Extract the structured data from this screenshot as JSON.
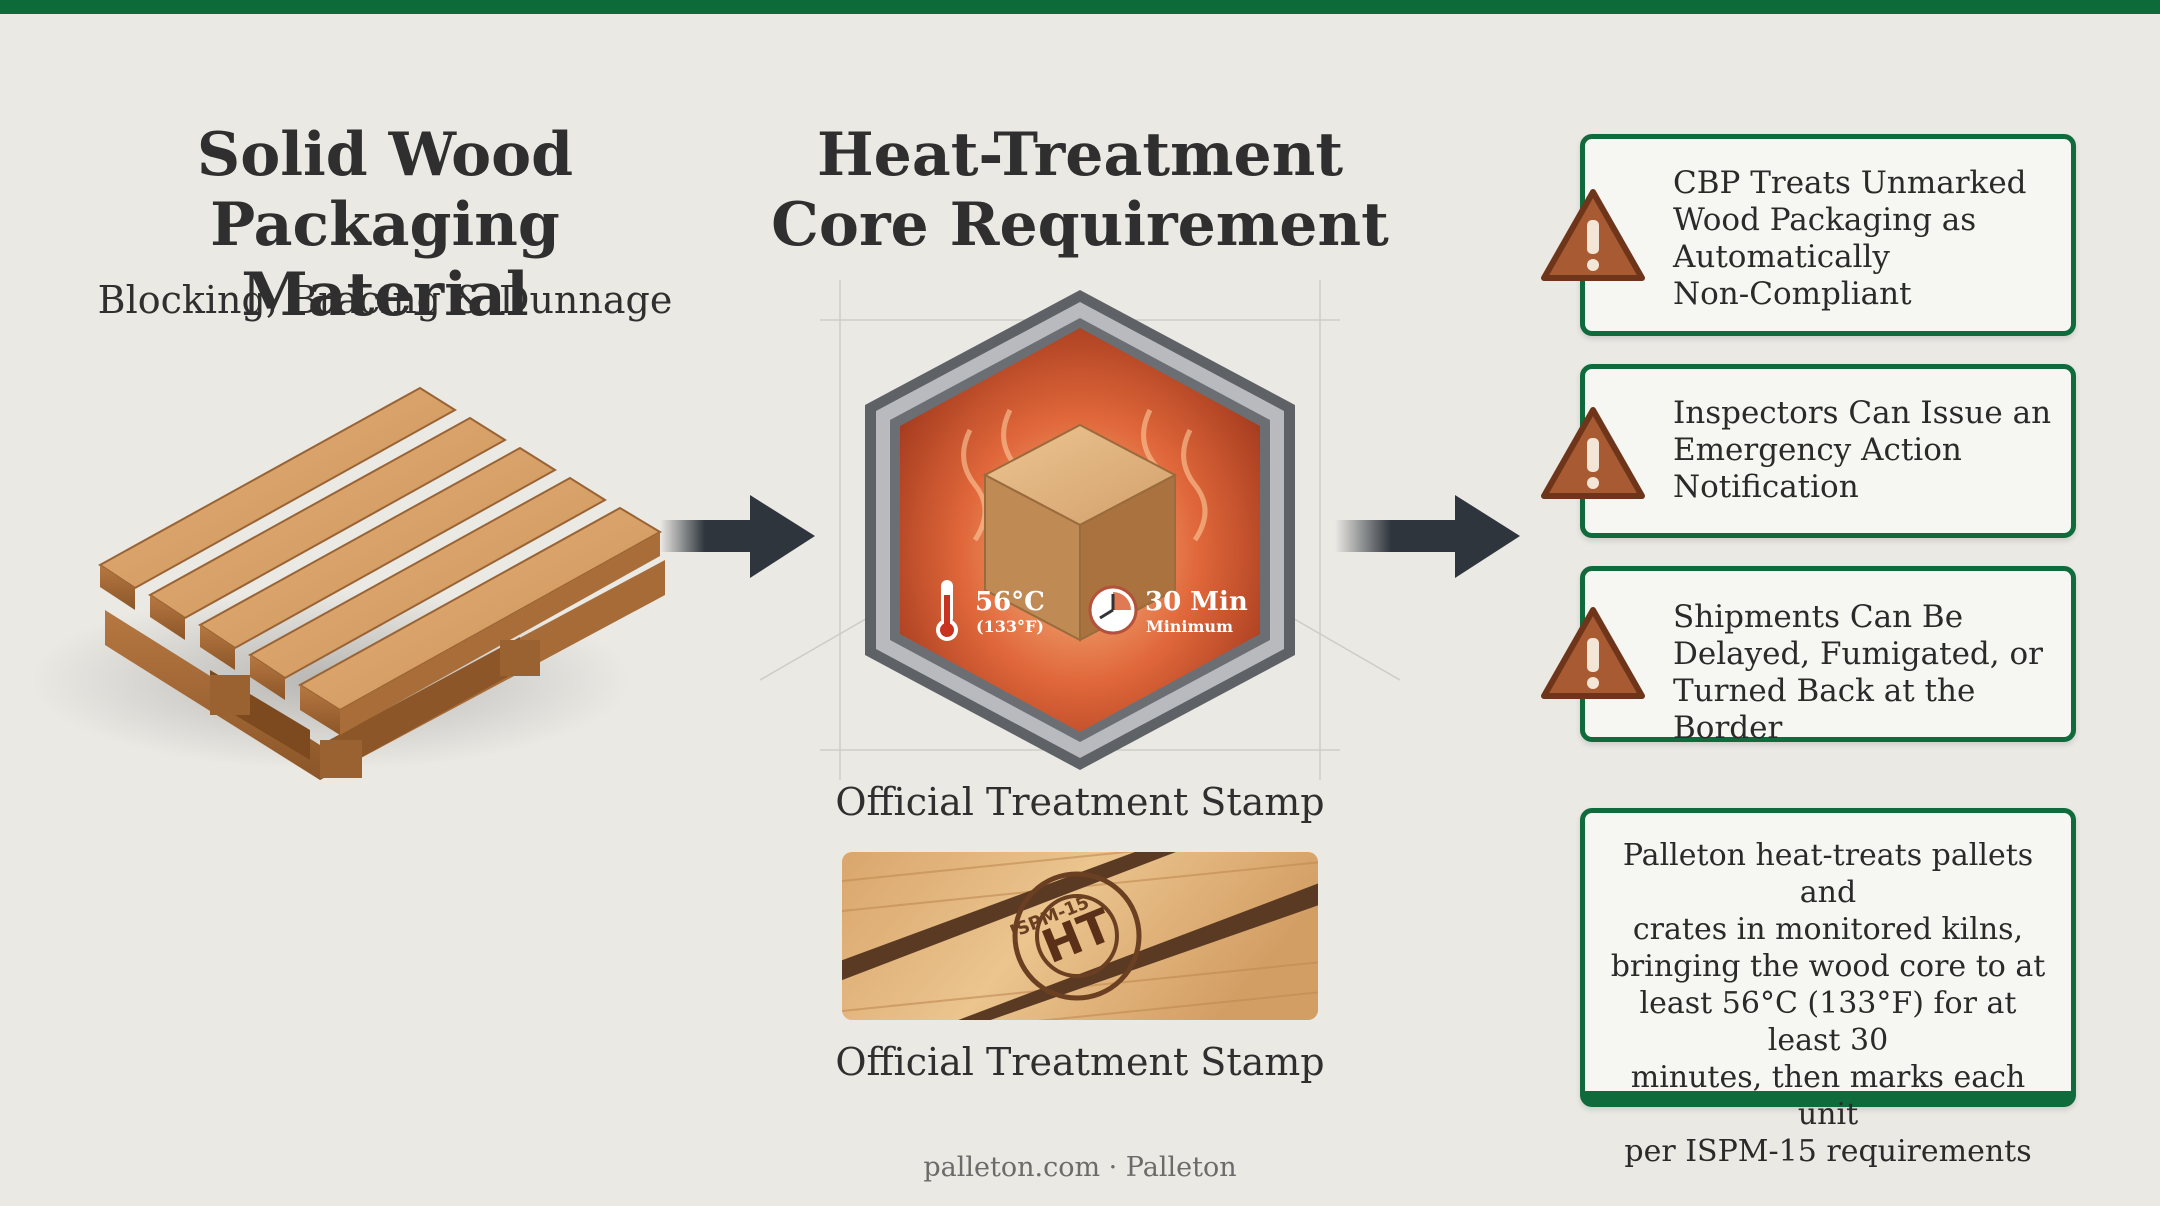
{
  "left": {
    "title_line1": "Solid Wood",
    "title_line2": "Packaging Material",
    "subtitle": "Blocking, Bracing & Dunnage"
  },
  "center": {
    "title_line1": "Heat-Treatment",
    "title_line2": "Core Requirement",
    "temp_value": "56°C",
    "temp_sub": "(133°F)",
    "time_value": "30 Min",
    "time_sub": "Minimum",
    "stamp_label_top": "Official Treatment Stamp",
    "stamp_label_bottom": "Official Treatment Stamp",
    "stamp_ring_text": "ISPM-15",
    "stamp_mark": "HT"
  },
  "warnings": [
    {
      "line1": "CBP Treats Unmarked",
      "line2": "Wood Packaging as",
      "line3": "Automatically",
      "line4": "Non-Compliant"
    },
    {
      "line1": "Inspectors Can Issue an",
      "line2": "Emergency Action",
      "line3": "Notification"
    },
    {
      "line1": "Shipments Can Be",
      "line2": "Delayed, Fumigated, or",
      "line3": "Turned Back at the Border"
    }
  ],
  "info": {
    "line1": "Palleton heat-treats pallets and",
    "line2": "crates in monitored kilns,",
    "line3": "bringing the wood core to at",
    "line4": "least 56°C (133°F) for at least 30",
    "line5": "minutes, then marks each unit",
    "line6": "per ISPM-15 requirements"
  },
  "footer": "palleton.com · Palleton",
  "colors": {
    "brand_green": "#0d6b3a",
    "warning_brown": "#a85a32",
    "kiln_orange": "#d9562c"
  }
}
